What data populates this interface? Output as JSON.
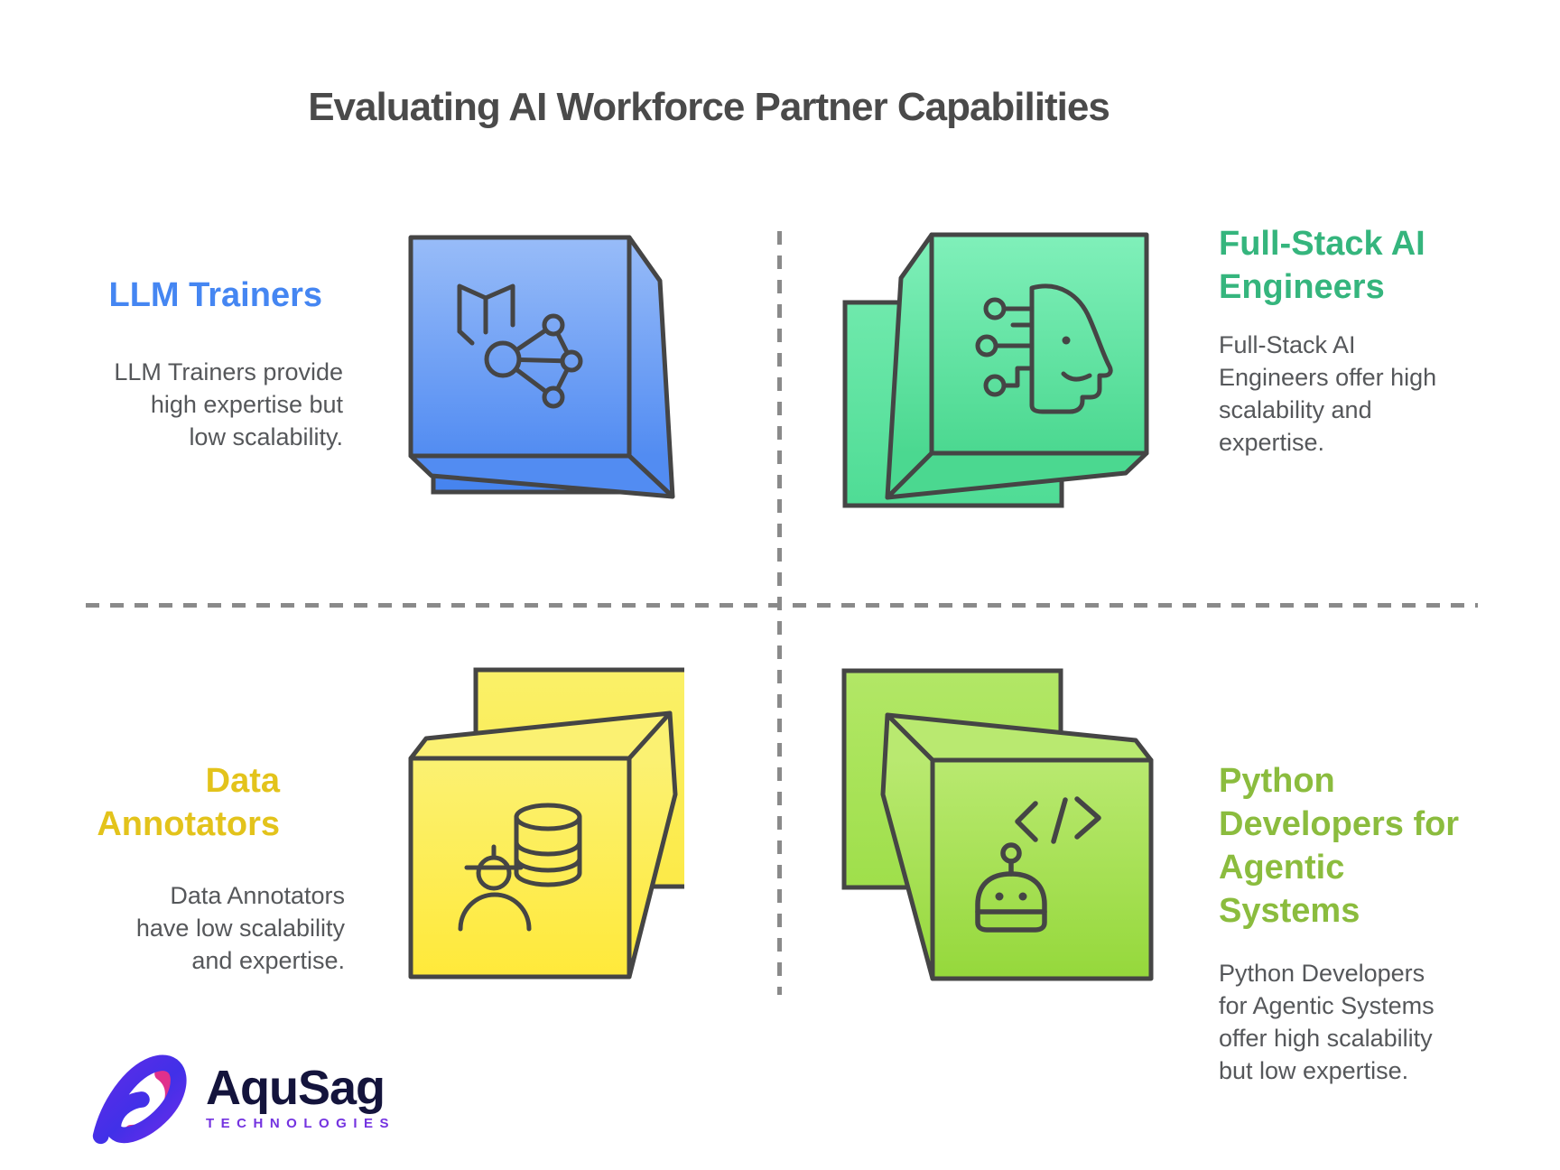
{
  "title": "Evaluating AI Workforce Partner Capabilities",
  "divider_color": "#8A8A8A",
  "quadrants": [
    {
      "id": "llm-trainers",
      "heading": "LLM Trainers",
      "heading_lines": [
        "LLM Trainers"
      ],
      "body": "LLM Trainers provide high expertise but low scalability.",
      "body_lines": [
        "LLM Trainers provide",
        "high expertise but",
        "low scalability."
      ],
      "accent_color": "#4586F2",
      "cube_color_front_top": "#98BCF8",
      "cube_color_front_bottom": "#528CF2",
      "cube_color_back": "#4A86F0",
      "icon": "book-network-icon"
    },
    {
      "id": "full-stack-ai-engineers",
      "heading": "Full-Stack AI Engineers",
      "heading_lines": [
        "Full-Stack AI",
        "Engineers"
      ],
      "body": "Full-Stack AI Engineers offer high scalability and expertise.",
      "body_lines": [
        "Full-Stack AI",
        "Engineers offer high",
        "scalability and",
        "expertise."
      ],
      "accent_color": "#35B57D",
      "cube_color_front_top": "#80F0BA",
      "cube_color_front_bottom": "#4BD890",
      "cube_color_back": "#58E19C",
      "icon": "ai-face-circuit-icon"
    },
    {
      "id": "data-annotators",
      "heading": "Data Annotators",
      "heading_lines": [
        "Data",
        "Annotators"
      ],
      "body": "Data Annotators have low scalability and expertise.",
      "body_lines": [
        "Data Annotators",
        "have low scalability",
        "and expertise."
      ],
      "accent_color": "#E3C31B",
      "cube_color_front_top": "#FBF172",
      "cube_color_front_bottom": "#FFE93A",
      "cube_color_back": "#FAEE55",
      "icon": "annotator-database-icon"
    },
    {
      "id": "python-developers-agentic",
      "heading": "Python Developers for Agentic Systems",
      "heading_lines": [
        "Python",
        "Developers for",
        "Agentic",
        "Systems"
      ],
      "body": "Python Developers for Agentic Systems offer high scalability but low expertise.",
      "body_lines": [
        "Python Developers",
        "for Agentic Systems",
        "offer high scalability",
        "but low expertise."
      ],
      "accent_color": "#8BBC3E",
      "cube_color_front_top": "#B9E970",
      "cube_color_front_bottom": "#95D83B",
      "cube_color_back": "#A8E35B",
      "icon": "robot-code-icon"
    }
  ],
  "logo": {
    "name": "AquSag",
    "tagline": "TECHNOLOGIES",
    "name_color": "#14143C",
    "tagline_color": "#7433E0",
    "mark_colors": [
      "#5F2BE8",
      "#4130E8",
      "#E0308C"
    ]
  }
}
